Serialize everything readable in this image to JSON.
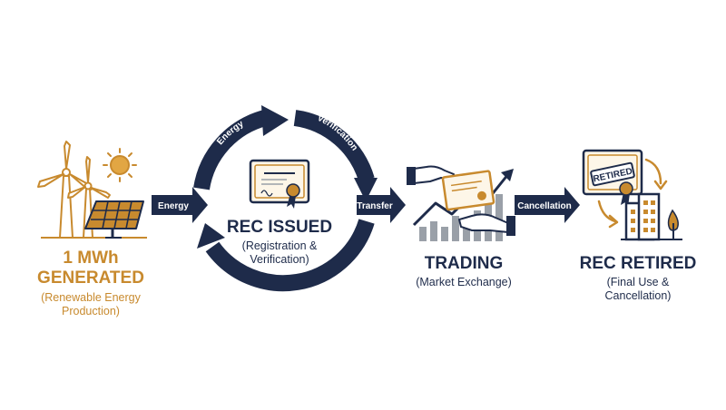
{
  "colors": {
    "navy": "#1e2b4a",
    "gold": "#c88a2e",
    "gray": "#9aa0a8",
    "cream": "#fdf6e8"
  },
  "stages": {
    "generated": {
      "title_line1": "1 MWh",
      "title_line2": "GENERATED",
      "sub_line1": "(Renewable Energy",
      "sub_line2": "Production)",
      "icons": [
        "wind-turbine-icon",
        "sun-icon",
        "solar-panel-icon"
      ]
    },
    "issued": {
      "title": "REC ISSUED",
      "sub_line1": "(Registration &",
      "sub_line2": "Verification)",
      "cycle_label_left": "Energy",
      "cycle_label_right": "Verification",
      "icons": [
        "certificate-icon",
        "cycle-arrows-icon"
      ]
    },
    "trading": {
      "title": "TRADING",
      "sub_line1": "(Market Exchange)",
      "icons": [
        "handshake-certificate-icon",
        "growth-chart-icon"
      ]
    },
    "retired": {
      "title": "REC RETIRED",
      "sub_line1": "(Final Use &",
      "sub_line2": "Cancellation)",
      "stamp_text": "RETIRED",
      "icons": [
        "retired-certificate-icon",
        "building-icon",
        "tree-icon"
      ]
    }
  },
  "arrows": {
    "energy": "Energy",
    "transfer": "Transfer",
    "cancellation": "Cancellation"
  }
}
